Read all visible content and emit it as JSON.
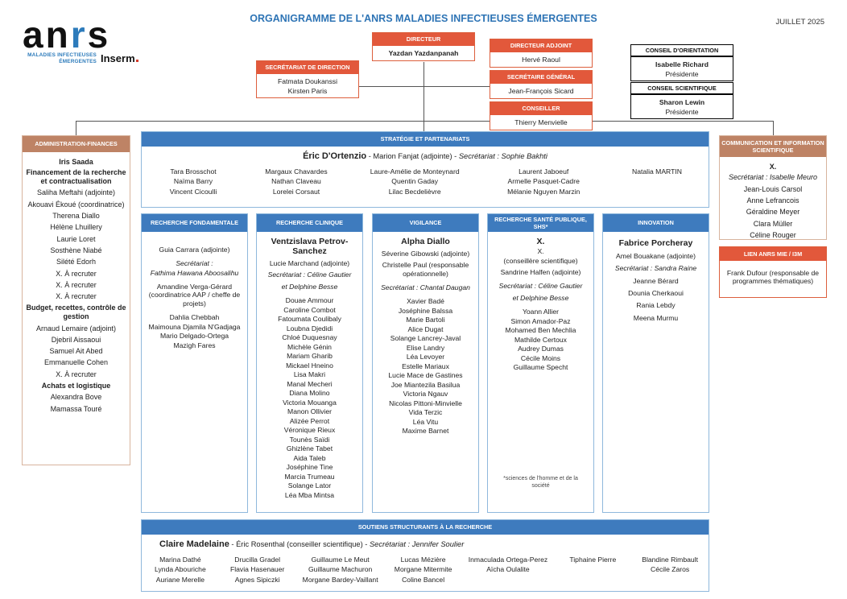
{
  "meta": {
    "title": "ORGANIGRAMME DE L'ANRS MALADIES INFECTIEUSES ÉMERGENTES",
    "date": "JUILLET 2025",
    "logo": {
      "a1": "an",
      "a2": "r",
      "a3": "s",
      "sub1": "MALADIES INFECTIEUSES",
      "sub2": "ÉMERGENTES",
      "inserm": "Inserm"
    }
  },
  "colors": {
    "blue": "#3e7bbe",
    "orange": "#e2583b",
    "salmon": "#be8365",
    "title_blue": "#2e74b5",
    "light_blue_border": "#8fb8dc"
  },
  "top": {
    "directeur": {
      "header": "DIRECTEUR",
      "items": [
        {
          "t": "Yazdan Yazdanpanah",
          "c": "b"
        }
      ]
    },
    "secretariat_direction": {
      "header": "SECRÉTARIAT DE DIRECTION",
      "items": [
        "Fatmata Doukanssi",
        "Kirsten Paris"
      ]
    },
    "directeur_adjoint": {
      "header": "DIRECTEUR ADJOINT",
      "items": [
        "Hervé Raoul"
      ]
    },
    "secretaire_general": {
      "header": "SECRÉTAIRE GÉNÉRAL",
      "items": [
        "Jean-François Sicard"
      ]
    },
    "conseiller": {
      "header": "CONSEILLER",
      "items": [
        "Thierry Menvielle"
      ]
    },
    "conseil_orientation": {
      "header": "CONSEIL D'ORIENTATION",
      "items": [
        {
          "t": "Isabelle Richard",
          "c": "b"
        },
        "Présidente"
      ]
    },
    "conseil_scientifique": {
      "header": "CONSEIL SCIENTIFIQUE",
      "items": [
        {
          "t": "Sharon Lewin",
          "c": "b"
        },
        "Présidente"
      ]
    }
  },
  "admin_finances": {
    "header": "ADMINISTRATION-FINANCES",
    "items": [
      {
        "t": "Iris Saada",
        "c": "big g0"
      },
      {
        "t": "Financement de la recherche et contractualisation",
        "c": "b g2"
      },
      {
        "t": "Saliha Meftahi (adjointe)",
        "c": "g0"
      },
      {
        "t": "Akouavi Ékoué (coordinatrice)",
        "c": "g0"
      },
      {
        "t": "Therena Diallo",
        "c": "g0"
      },
      "Hélène Lhuillery",
      "Laurie Loret",
      "Sosthène Niabé",
      "Silété Edorh",
      "X. À recruter",
      "X. À recruter",
      "X. À recruter",
      {
        "t": "Budget, recettes, contrôle de gestion",
        "c": "b g2"
      },
      {
        "t": "Arnaud Lemaire (adjoint)",
        "c": "g0"
      },
      {
        "t": "Djebril Aissaoui",
        "c": "g0"
      },
      {
        "t": "Samuel Ait Abed",
        "c": "g0"
      },
      {
        "t": "Emmanuelle Cohen",
        "c": "g0"
      },
      {
        "t": "X. À recruter",
        "c": "g0"
      },
      {
        "t": "Achats et logistique",
        "c": "b g2"
      },
      "Alexandra Bove",
      "Mamassa Touré"
    ]
  },
  "strategie": {
    "header": "STRATÉGIE ET PARTENARIATS",
    "lead": {
      "p1": "Éric D'Ortenzio",
      "p2": "- Marion Fanjat (adjointe) -",
      "p3": "Secrétariat : Sophie Bakhti"
    },
    "col1": [
      "Tara Brosschot",
      "Naïma Barry",
      "Vincent Cicoulli"
    ],
    "col2": [
      "Margaux Chavardes",
      "Nathan Claveau",
      "Lorelei Corsaut"
    ],
    "col3": [
      "Laure-Amélie de Monteynard",
      "Quentin Gaday",
      "Lilac Becdelièvre"
    ],
    "col4": [
      "Laurent Jaboeuf",
      "Armelle Pasquet-Cadre",
      "Mélanie Nguyen Marzin"
    ],
    "col5": [
      "Natalia MARTIN"
    ]
  },
  "departments": {
    "fondamentale": {
      "header": "RECHERCHE FONDAMENTALE",
      "items": [
        {
          "t": "Guia Carrara (adjointe)",
          "c": "g2"
        },
        {
          "t": "Secrétariat :",
          "c": "i g"
        },
        {
          "t": "Fathima Hawana Aboosalihu",
          "c": "i"
        },
        {
          "t": "Amandine Verga-Gérard (coordinatrice AAP / cheffe de projets)",
          "c": "g"
        },
        {
          "t": "Dahlia Chebbah",
          "c": "g"
        },
        "Maimouna Djamila N'Gadjaga",
        "Mario Delgado-Ortega",
        "Mazigh Fares"
      ]
    },
    "clinique": {
      "header": "RECHERCHE CLINIQUE",
      "items": [
        {
          "t": "Ventzislava Petrov-Sanchez",
          "c": "big"
        },
        {
          "t": "Lucie Marchand (adjointe)",
          "c": "g0"
        },
        {
          "t": "Secrétariat : Céline Gautier",
          "c": "i g0"
        },
        {
          "t": "et Delphine Besse",
          "c": "i g0"
        },
        {
          "t": "Douae Ammour",
          "c": "g"
        },
        "Caroline Combot",
        "Fatoumata Coulibaly",
        "Loubna Djedidi",
        "Chloé Duquesnay",
        "Michèle Génin",
        "Mariam Gharib",
        "Mickael Hneino",
        "Lisa Makri",
        "Manal Mecheri",
        "Diana Molino",
        "Victoria Mouanga",
        "Manon Ollivier",
        "Alizée Perrot",
        "Véronique Rieux",
        "Tounès Saïdi",
        "Ghizlène Tabet",
        "Aida Taleb",
        "Joséphine Tine",
        "Marcia Trumeau",
        "Solange Lator",
        "Léa Mba Mintsa"
      ]
    },
    "vigilance": {
      "header": "VIGILANCE",
      "items": [
        {
          "t": "Alpha Diallo",
          "c": "big"
        },
        {
          "t": "Séverine Gibowski (adjointe)",
          "c": "g0"
        },
        {
          "t": "Christelle Paul (responsable opérationnelle)",
          "c": "g0"
        },
        {
          "t": "Secrétariat : Chantal Daugan",
          "c": "i g"
        },
        {
          "t": "Xavier Badé",
          "c": "g"
        },
        "Joséphine Balssa",
        "Marie Bartoli",
        "Alice Dugat",
        "Solange Lancrey-Javal",
        "Elise Landry",
        "Léa Levoyer",
        "Estelle Mariaux",
        "Lucie Mace de Gastines",
        "Joe Miantezila Basilua",
        "Victoria Ngauv",
        "Nicolas Pittoni-Minvielle",
        "Vida Terzic",
        "Léa Vitu",
        "Maxime Barnet"
      ]
    },
    "sante_publique": {
      "header": "RECHERCHE SANTÉ PUBLIQUE, SHS*",
      "items": [
        {
          "t": "X.",
          "c": "big"
        },
        "X.",
        "(conseillère scientifique)",
        {
          "t": "Sandrine Halfen (adjointe)",
          "c": "g0"
        },
        {
          "t": "Secrétariat : Céline Gautier",
          "c": "i g"
        },
        {
          "t": "et Delphine Besse",
          "c": "i g0"
        },
        {
          "t": "Yoann Allier",
          "c": "g"
        },
        "Simon Amador-Paz",
        "Mohamed Ben Mechlia",
        "Mathilde Certoux",
        "Audrey Dumas",
        "Cécile Moins",
        "Guillaume Specht"
      ],
      "footnote": "*sciences de l'homme et de la société"
    },
    "innovation": {
      "header": "INNOVATION",
      "items": [
        {
          "t": "Fabrice Porcheray",
          "c": "big"
        },
        {
          "t": "Amel Bouakane (adjointe)",
          "c": "g0"
        },
        {
          "t": "Secrétariat : Sandra Raine",
          "c": "i g0"
        },
        {
          "t": "Jeanne Bérard",
          "c": "g"
        },
        "Dounia Cherkaoui",
        "Rania Lebdy",
        "Meena Murmu"
      ]
    }
  },
  "communication": {
    "header": "COMMUNICATION ET INFORMATION SCIENTIFIQUE",
    "items": [
      {
        "t": "X.",
        "c": "big"
      },
      {
        "t": "Secrétariat : Isabelle Meuro",
        "c": "i g0"
      },
      {
        "t": "Jean-Louis Carsol",
        "c": "g0"
      },
      "Anne Lefrancois",
      "Géraldine Meyer",
      "Clara Müller",
      "Céline Rouger"
    ]
  },
  "lien": {
    "header": "LIEN ANRS MIE / I3M",
    "items": [
      {
        "t": "Frank Dufour (responsable de programmes thématiques)",
        "c": "g"
      }
    ]
  },
  "soutiens": {
    "header": "SOUTIENS STRUCTURANTS À LA RECHERCHE",
    "lead": {
      "p1": "Claire Madelaine",
      "p2": "- Éric Rosenthal (conseiller scientifique) -",
      "p3": "Secrétariat : Jennifer Soulier"
    },
    "col1": [
      "Marina Dathé",
      "Lynda Abouriche",
      "Auriane Merelle"
    ],
    "col2": [
      "Drucilla Gradel",
      "Flavia Hasenauer",
      "Agnes Sipiczki"
    ],
    "col3": [
      "Guillaume Le Meut",
      "Guillaume Machuron",
      "Morgane Bardey-Vaillant"
    ],
    "col4": [
      "Lucas Mézière",
      "Morgane Mitermite",
      "Coline Bancel"
    ],
    "col5": [
      "Inmaculada Ortega-Perez",
      "Aïcha Oulalite"
    ],
    "col6": [
      "Tiphaine Pierre"
    ],
    "col7": [
      "Blandine Rimbault",
      "Cécile Zaros"
    ]
  }
}
